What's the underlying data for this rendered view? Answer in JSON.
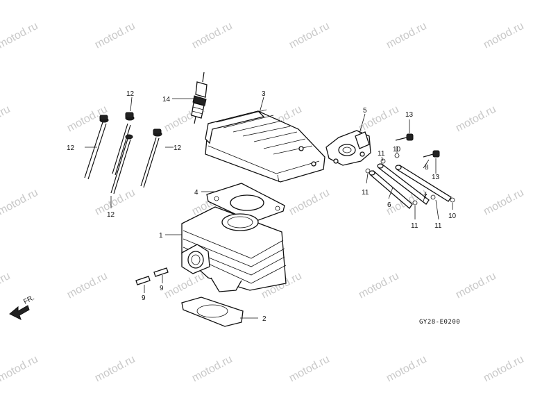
{
  "watermark": "motod.ru",
  "diagram_code": "GY28-E0200",
  "front_marker": "FR.",
  "labels": {
    "p1": "1",
    "p2": "2",
    "p3": "3",
    "p4": "4",
    "p5": "5",
    "p6": "6",
    "p7": "7",
    "p8": "8",
    "p9a": "9",
    "p9b": "9",
    "p10a": "10",
    "p10b": "10",
    "p11a": "11",
    "p11b": "11",
    "p11c": "11",
    "p11d": "11",
    "p12a": "12",
    "p12b": "12",
    "p12c": "12",
    "p12d": "12",
    "p13a": "13",
    "p13b": "13",
    "p14": "14"
  }
}
